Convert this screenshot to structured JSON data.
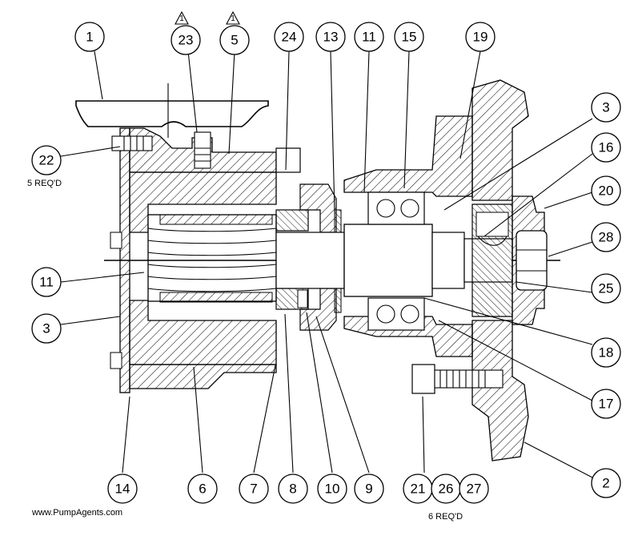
{
  "callouts": [
    {
      "id": "c1",
      "label": "1"
    },
    {
      "id": "c23",
      "label": "23"
    },
    {
      "id": "c5",
      "label": "5"
    },
    {
      "id": "c24",
      "label": "24"
    },
    {
      "id": "c13",
      "label": "13"
    },
    {
      "id": "c11a",
      "label": "11"
    },
    {
      "id": "c15",
      "label": "15"
    },
    {
      "id": "c19",
      "label": "19"
    },
    {
      "id": "c22",
      "label": "22"
    },
    {
      "id": "c3a",
      "label": "3"
    },
    {
      "id": "c16",
      "label": "16"
    },
    {
      "id": "c20",
      "label": "20"
    },
    {
      "id": "c28",
      "label": "28"
    },
    {
      "id": "c11b",
      "label": "11"
    },
    {
      "id": "c25",
      "label": "25"
    },
    {
      "id": "c3b",
      "label": "3"
    },
    {
      "id": "c18",
      "label": "18"
    },
    {
      "id": "c17",
      "label": "17"
    },
    {
      "id": "c2",
      "label": "2"
    },
    {
      "id": "c14",
      "label": "14"
    },
    {
      "id": "c6",
      "label": "6"
    },
    {
      "id": "c7",
      "label": "7"
    },
    {
      "id": "c8",
      "label": "8"
    },
    {
      "id": "c10",
      "label": "10"
    },
    {
      "id": "c9",
      "label": "9"
    },
    {
      "id": "c21",
      "label": "21"
    },
    {
      "id": "c26",
      "label": "26"
    },
    {
      "id": "c27",
      "label": "27"
    }
  ],
  "revision_flags": [
    {
      "id": "r23",
      "label": "1"
    },
    {
      "id": "r5",
      "label": "1"
    }
  ],
  "notes": {
    "qty_22": "5 REQ'D",
    "qty_21": "6 REQ'D",
    "website": "www.PumpAgents.com"
  }
}
